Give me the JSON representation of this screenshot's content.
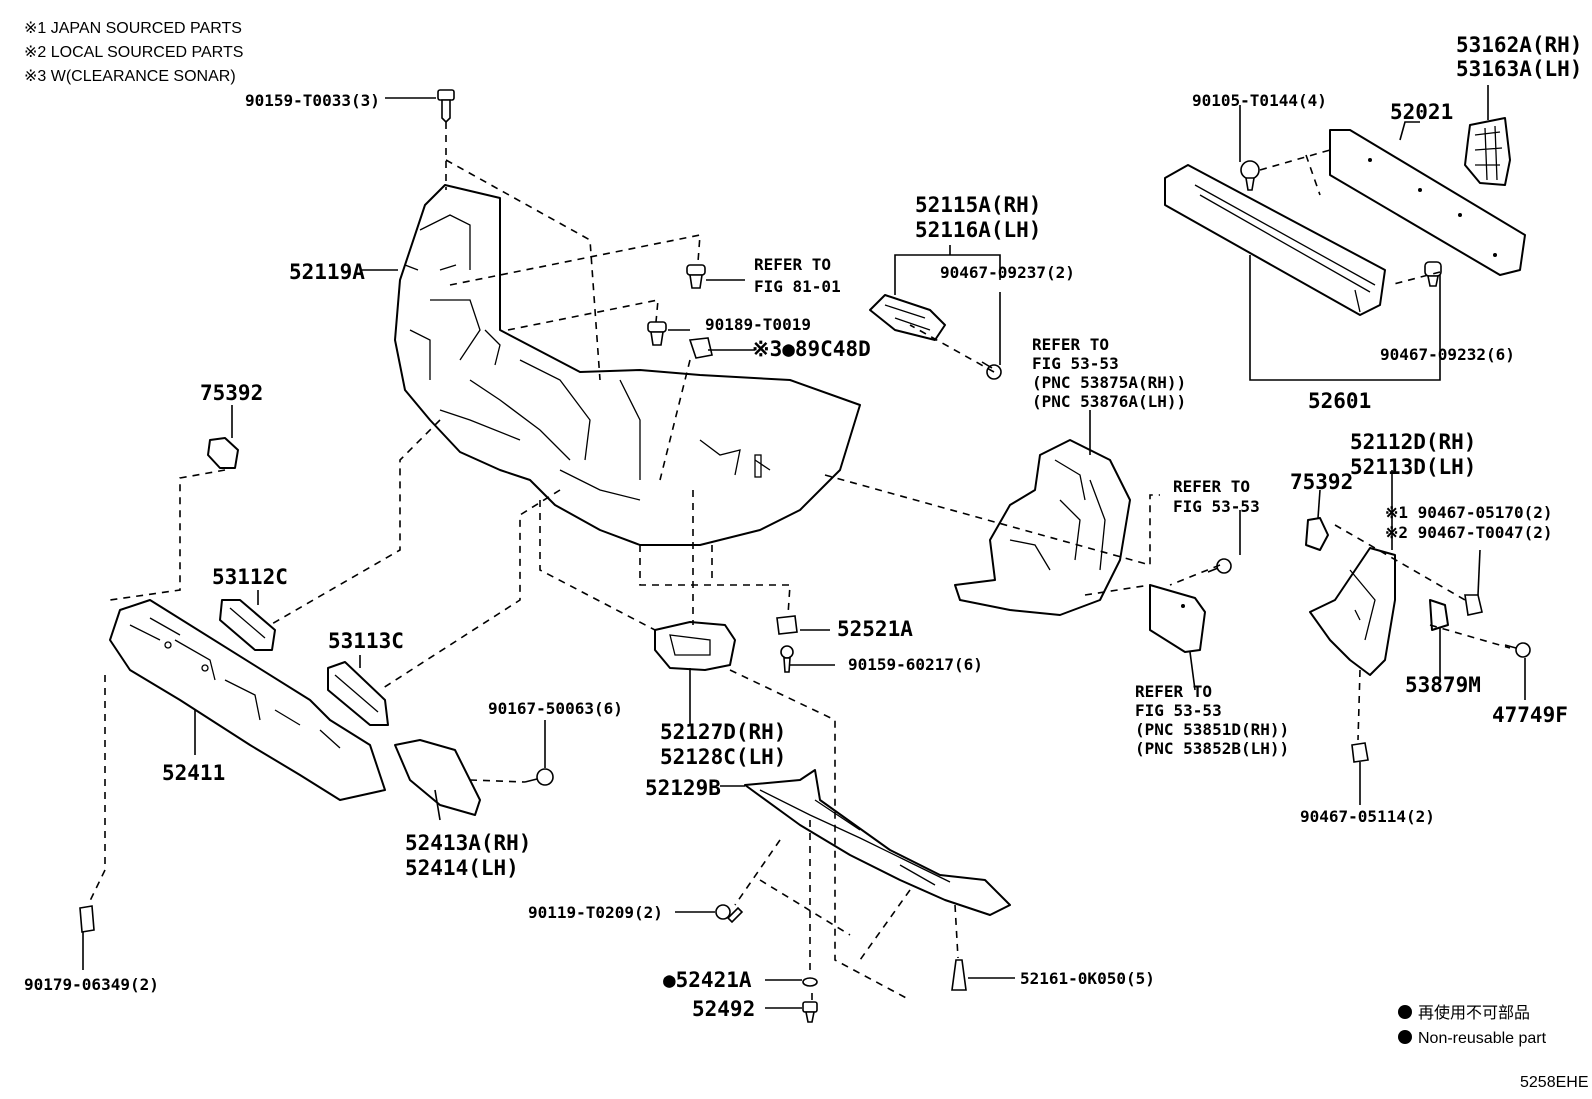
{
  "notes": [
    "※1 JAPAN SOURCED PARTS",
    "※2 LOCAL SOURCED PARTS",
    "※3 W(CLEARANCE SONAR)"
  ],
  "legend": {
    "jp": "再使用不可部品",
    "en": "Non-reusable part"
  },
  "figure_code": "5258EHE",
  "labels": {
    "p90159_T0033": "90159-T0033(3)",
    "p52119A": "52119A",
    "refer_fig81": "REFER TO",
    "refer_fig81_b": "FIG 81-01",
    "p90189_T0019": "90189-T0019",
    "p89C48D": "※3●89C48D",
    "p52115A": "52115A(RH)",
    "p52116A": "52116A(LH)",
    "p90467_09237": "90467-09237(2)",
    "p90105_T0144": "90105-T0144(4)",
    "p52021": "52021",
    "p53162A": "53162A(RH)",
    "p53163A": "53163A(LH)",
    "p90467_09232": "90467-09232(6)",
    "p52601": "52601",
    "refer5353a_1": "REFER TO",
    "refer5353a_2": "FIG 53-53",
    "refer5353a_3": "(PNC 53875A(RH))",
    "refer5353a_4": "(PNC 53876A(LH))",
    "p75392_left": "75392",
    "p53112C": "53112C",
    "p53113C": "53113C",
    "p52411": "52411",
    "p90167_50063": "90167-50063(6)",
    "p52413A": "52413A(RH)",
    "p52414": "52414(LH)",
    "p90179_06349": "90179-06349(2)",
    "p52521A": "52521A",
    "p90159_60217": "90159-60217(6)",
    "p52127D": "52127D(RH)",
    "p52128C": "52128C(LH)",
    "p52129B": "52129B",
    "p90119_T0209": "90119-T0209(2)",
    "p52421A": "●52421A",
    "p52492": "52492",
    "p52161_0K050": "52161-0K050(5)",
    "refer5353b_1": "REFER TO",
    "refer5353b_2": "FIG 53-53",
    "refer5353c_1": "REFER TO",
    "refer5353c_2": "FIG 53-53",
    "refer5353c_3": "(PNC 53851D(RH))",
    "refer5353c_4": "(PNC 53852B(LH))",
    "p75392_right": "75392",
    "p52112D": "52112D(RH)",
    "p52113D": "52113D(LH)",
    "p90467_05170": "※1 90467-05170(2)",
    "p90467_T0047": "※2 90467-T0047(2)",
    "p53879M": "53879M",
    "p47749F": "47749F",
    "p90467_05114": "90467-05114(2)"
  }
}
